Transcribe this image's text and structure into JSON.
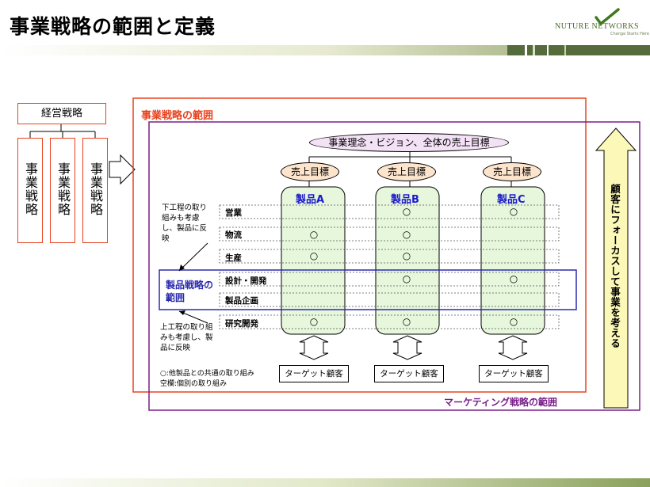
{
  "title": "事業戦略の範囲と定義",
  "logo": {
    "main": "NUTURE NETWORKS",
    "tagline": "Change Starts Here"
  },
  "management_strategy": "経営戦略",
  "business_strategies": [
    "事業戦略",
    "事業戦略",
    "事業戦略"
  ],
  "business_scope_label": "事業戦略の範囲",
  "marketing_scope_label": "マーケティング戦略の範囲",
  "vision_goal": "事業理念・ビジョン、全体の売上目標",
  "sales_target": "売上目標",
  "products": [
    "製品A",
    "製品B",
    "製品C"
  ],
  "activities": [
    "営業",
    "物流",
    "生産",
    "設計・開発",
    "製品企画",
    "研究開発"
  ],
  "product_strategy_scope": "製品戦略の範囲",
  "note_downstream": "下工程の取り組みも考慮し、製品に反映",
  "note_upstream": "上工程の取り組みも考慮し、製品に反映",
  "legend_line1": "○:他製品との共通の取り組み",
  "legend_line2": "空欄:個別の取り組み",
  "target_customer": "ターゲット顧客",
  "customer_focus": "顧客にフォーカスして事業を考える",
  "circle_symbol": "○",
  "colors": {
    "business_scope": "#e8421e",
    "marketing_scope": "#7a1f8a",
    "product_scope": "#2b2bb0",
    "product_fill": "#e6f7dc",
    "vision_fill": "#f3e1f5",
    "target_fill": "#fde4cc",
    "arrow_fill": "#fbf8b8",
    "mgmt_border": "#e8421e"
  }
}
